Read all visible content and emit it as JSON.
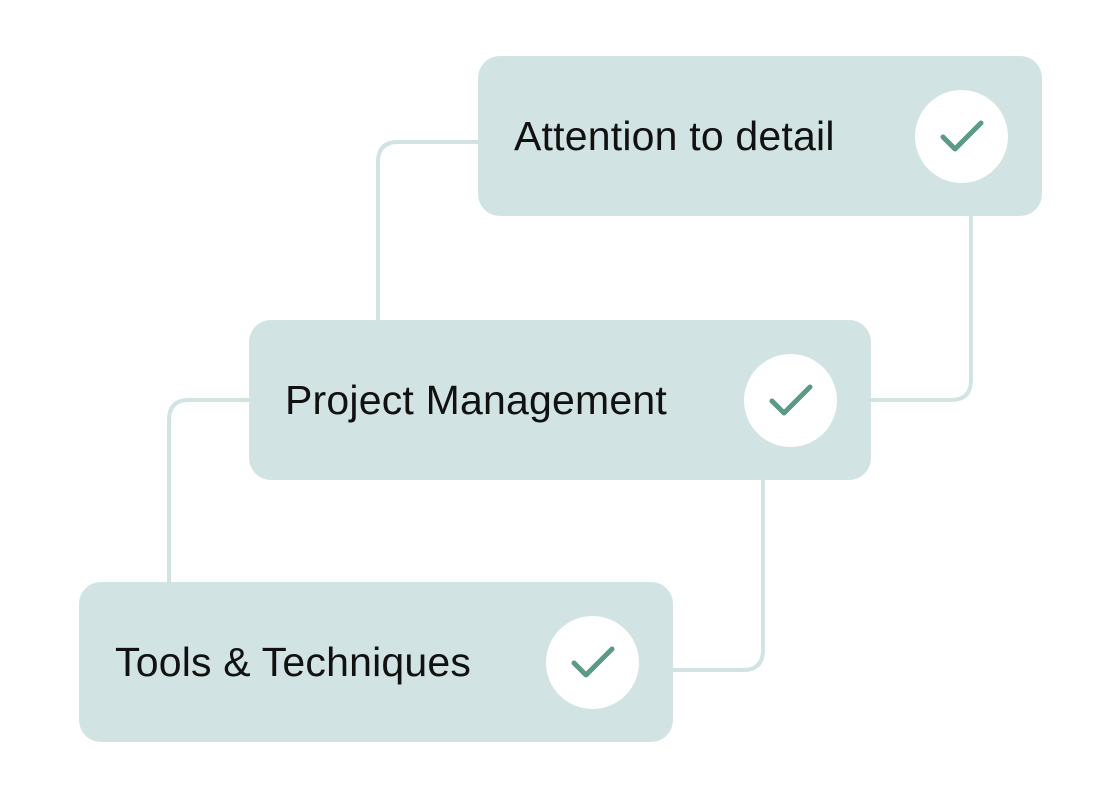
{
  "colors": {
    "card_background": "#d1e3e3",
    "connector": "#d1e3e3",
    "check_stroke": "#5a9a86",
    "badge_background": "#ffffff",
    "label_text": "#111111"
  },
  "skills": [
    {
      "label": "Attention to detail",
      "icon": "checkmark-icon",
      "completed": true
    },
    {
      "label": "Project Management",
      "icon": "checkmark-icon",
      "completed": true
    },
    {
      "label": "Tools & Techniques",
      "icon": "checkmark-icon",
      "completed": true
    }
  ]
}
